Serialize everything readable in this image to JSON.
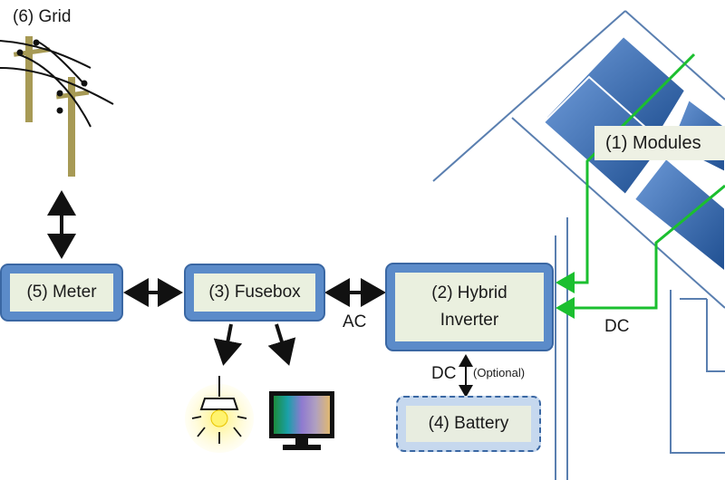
{
  "grid": {
    "label": "(6) Grid"
  },
  "modules": {
    "label": "(1) Modules"
  },
  "inverter": {
    "label_line1": "(2) Hybrid",
    "label_line2": "Inverter"
  },
  "fusebox": {
    "label": "(3) Fusebox"
  },
  "battery": {
    "label": "(4) Battery"
  },
  "meter": {
    "label": "(5) Meter"
  },
  "connections": {
    "ac_label": "AC",
    "dc_label_panels": "DC",
    "dc_label_battery": "DC",
    "optional_label": "(Optional)"
  },
  "colors": {
    "box_fill": "#5b8bc9",
    "box_border": "#3a67a3",
    "label_fill": "#eaf0df",
    "dc_wire": "#1bbf2f",
    "panel_blue": "#2f6db3",
    "house_line": "#5a7fb0"
  },
  "icons": [
    "utility-pole-icon",
    "lamp-icon",
    "monitor-icon",
    "solar-panel-icon"
  ]
}
